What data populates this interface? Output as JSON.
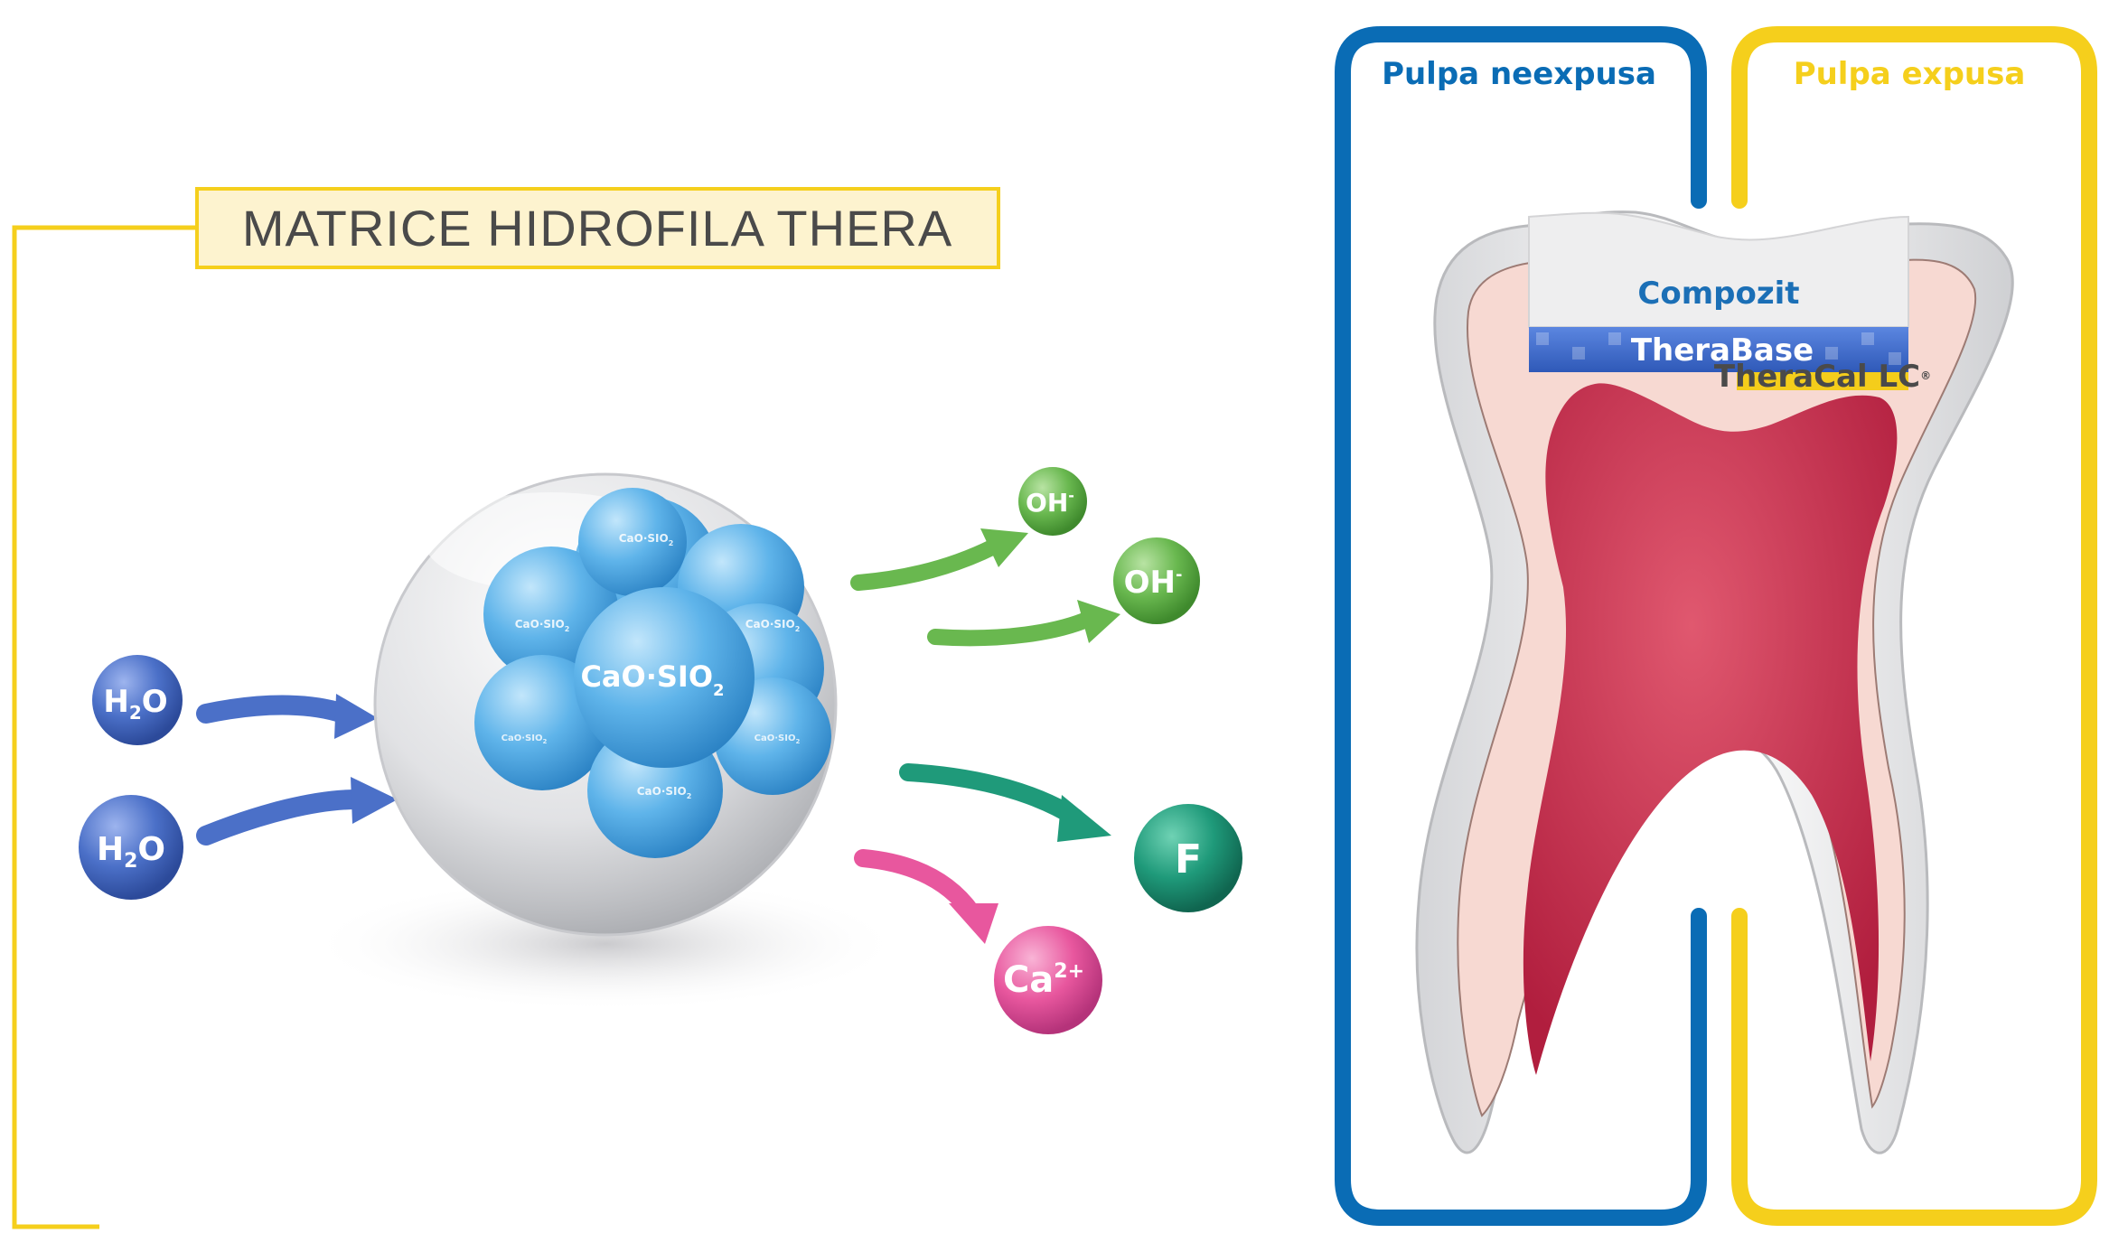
{
  "colors": {
    "accent_yellow": "#f5cf1c",
    "accent_blue": "#0a6cb5",
    "title_fill": "#fdf3cf",
    "water": "#4b70c8",
    "hydroxide": "#69b84f",
    "fluoride": "#1f9a7a",
    "calcium": "#e8579e",
    "core": "#5fb4ea",
    "pulp": "#c42c4c",
    "dentin": "#f7d9d2",
    "therabase": "#3e6fd3",
    "theracal": "#f4cd1b"
  },
  "left": {
    "title": "MATRICE HIDROFILA THERA",
    "core_center": "CaO·SIO",
    "core_center_sub": "2",
    "core_small": "CaO·SIO",
    "core_small_sub": "2",
    "inputs": [
      {
        "main": "H",
        "sub": "2",
        "tail": "O"
      },
      {
        "main": "H",
        "sub": "2",
        "tail": "O"
      }
    ],
    "outputs": [
      {
        "main": "OH",
        "sup": "-"
      },
      {
        "main": "OH",
        "sup": "-"
      },
      {
        "main": "F",
        "sup": ""
      },
      {
        "main": "Ca",
        "sup": "2+"
      }
    ]
  },
  "right": {
    "label_unexposed": "Pulpa neexpusa",
    "label_exposed": "Pulpa expusa",
    "layer_composite": "Compozit",
    "layer_therabase": "TheraBase",
    "layer_theracal": "TheraCal LC",
    "layer_theracal_mark": "®"
  }
}
